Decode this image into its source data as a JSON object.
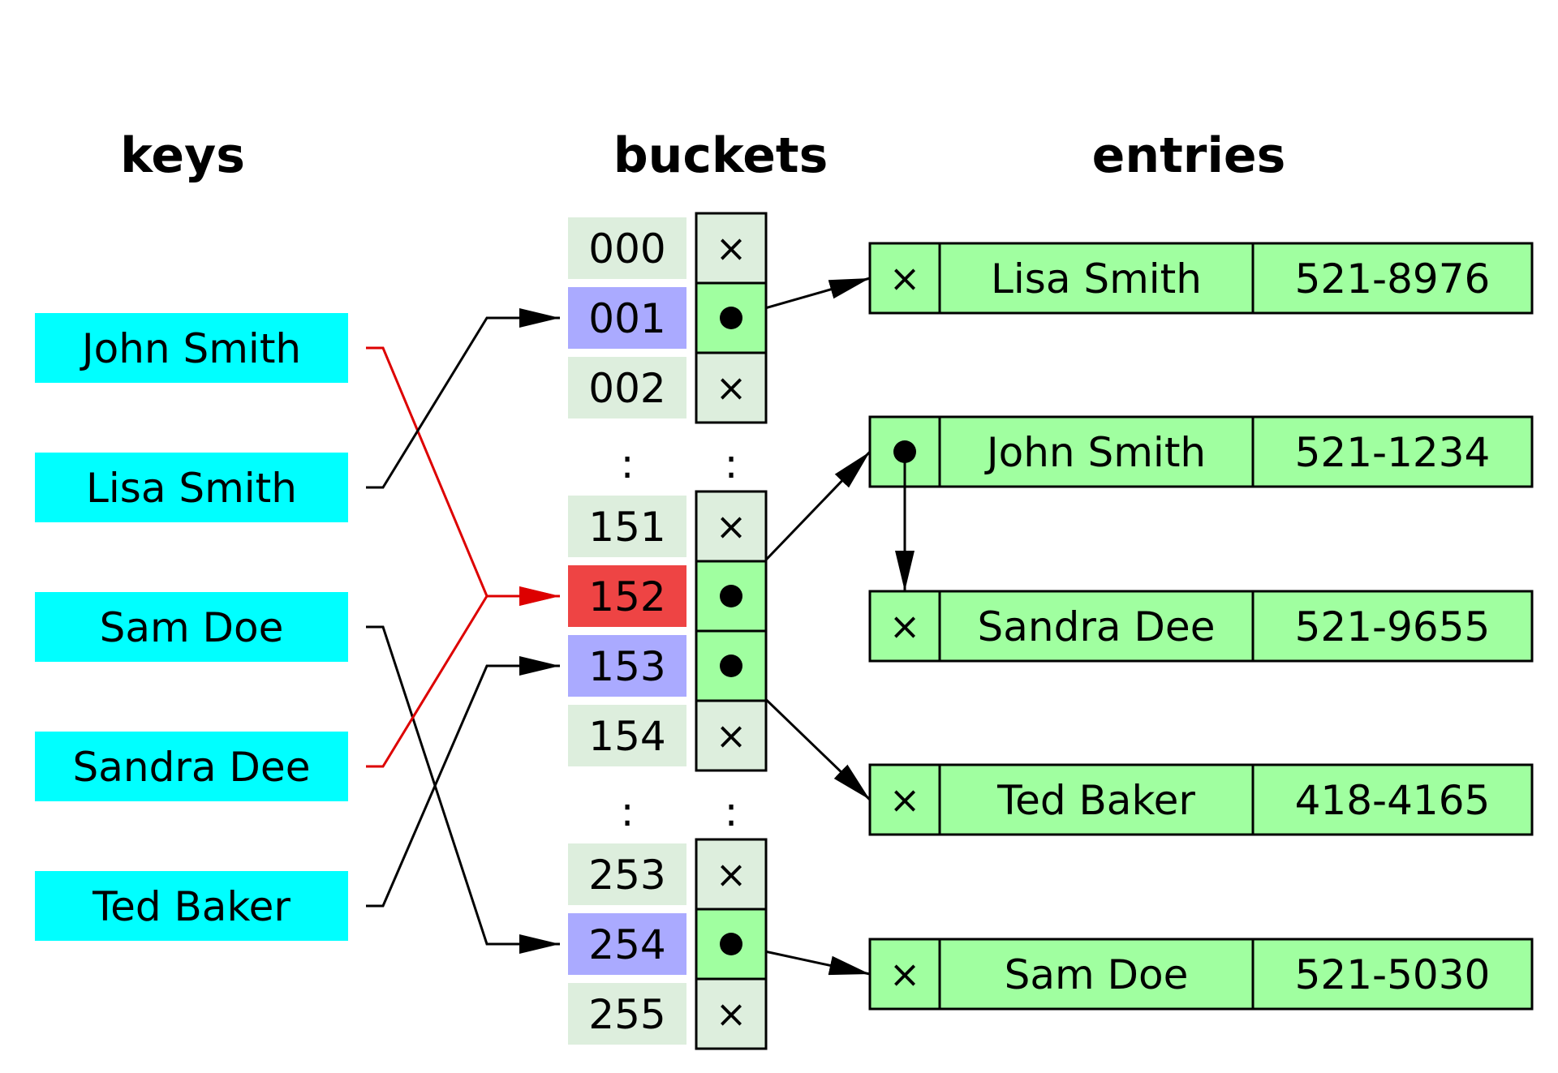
{
  "headings": {
    "keys": "keys",
    "buckets": "buckets",
    "entries": "entries"
  },
  "keys": [
    {
      "name": "John Smith",
      "bucket": "152",
      "collision": true
    },
    {
      "name": "Lisa Smith",
      "bucket": "001",
      "collision": false
    },
    {
      "name": "Sam Doe",
      "bucket": "254",
      "collision": false
    },
    {
      "name": "Sandra Dee",
      "bucket": "152",
      "collision": true
    },
    {
      "name": "Ted Baker",
      "bucket": "153",
      "collision": false
    }
  ],
  "bucket_groups": [
    [
      {
        "index": "000",
        "state": "empty"
      },
      {
        "index": "001",
        "state": "hit"
      },
      {
        "index": "002",
        "state": "empty"
      }
    ],
    [
      {
        "index": "151",
        "state": "empty"
      },
      {
        "index": "152",
        "state": "collision"
      },
      {
        "index": "153",
        "state": "hit"
      },
      {
        "index": "154",
        "state": "empty"
      }
    ],
    [
      {
        "index": "253",
        "state": "empty"
      },
      {
        "index": "254",
        "state": "hit"
      },
      {
        "index": "255",
        "state": "empty"
      }
    ]
  ],
  "ellipsis": ":",
  "null_symbol": "×",
  "entries": [
    {
      "name": "Lisa Smith",
      "phone": "521-8976",
      "next": null,
      "from_bucket": "001"
    },
    {
      "name": "John Smith",
      "phone": "521-1234",
      "next": "Sandra Dee",
      "from_bucket": "152"
    },
    {
      "name": "Sandra Dee",
      "phone": "521-9655",
      "next": null,
      "from_bucket": null
    },
    {
      "name": "Ted Baker",
      "phone": "418-4165",
      "next": null,
      "from_bucket": "153"
    },
    {
      "name": "Sam Doe",
      "phone": "521-5030",
      "next": null,
      "from_bucket": "254"
    }
  ],
  "colors": {
    "key_fill": "#00FFFF",
    "index_empty": "#DDEEDD",
    "index_hit": "#AAAAFF",
    "index_collision": "#EE4444",
    "pointer_cell": "#A0FFA0",
    "null_cell": "#DDEEDD",
    "entry_fill": "#A0FFA0",
    "collision_line": "#DD0000",
    "line": "#000000"
  }
}
